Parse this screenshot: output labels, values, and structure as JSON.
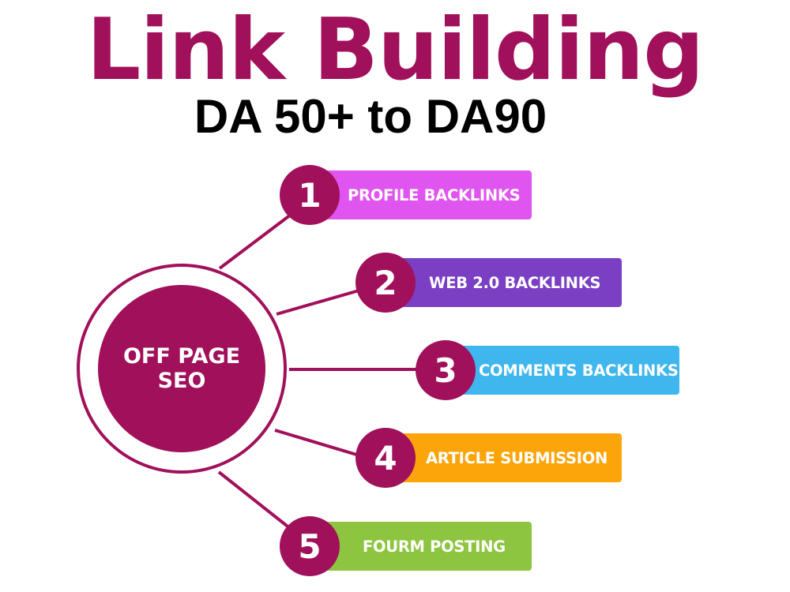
{
  "header": {
    "title": "Link Building",
    "subtitle": "DA 50+ to DA90"
  },
  "hub": {
    "line1": "OFF PAGE",
    "line2": "SEO"
  },
  "items": [
    {
      "number": "1",
      "label": "PROFILE BACKLINKS",
      "color": "#e054f0"
    },
    {
      "number": "2",
      "label": "WEB 2.0 BACKLINKS",
      "color": "#7b3fc4"
    },
    {
      "number": "3",
      "label": "COMMENTS BACKLINKS",
      "color": "#3fb6ee"
    },
    {
      "number": "4",
      "label": "ARTICLE SUBMISSION",
      "color": "#fca50a"
    },
    {
      "number": "5",
      "label": "FOURM POSTING",
      "color": "#8dc540"
    }
  ],
  "colors": {
    "primary": "#a1105a",
    "text_dark": "#000000",
    "text_light": "#ffffff"
  }
}
